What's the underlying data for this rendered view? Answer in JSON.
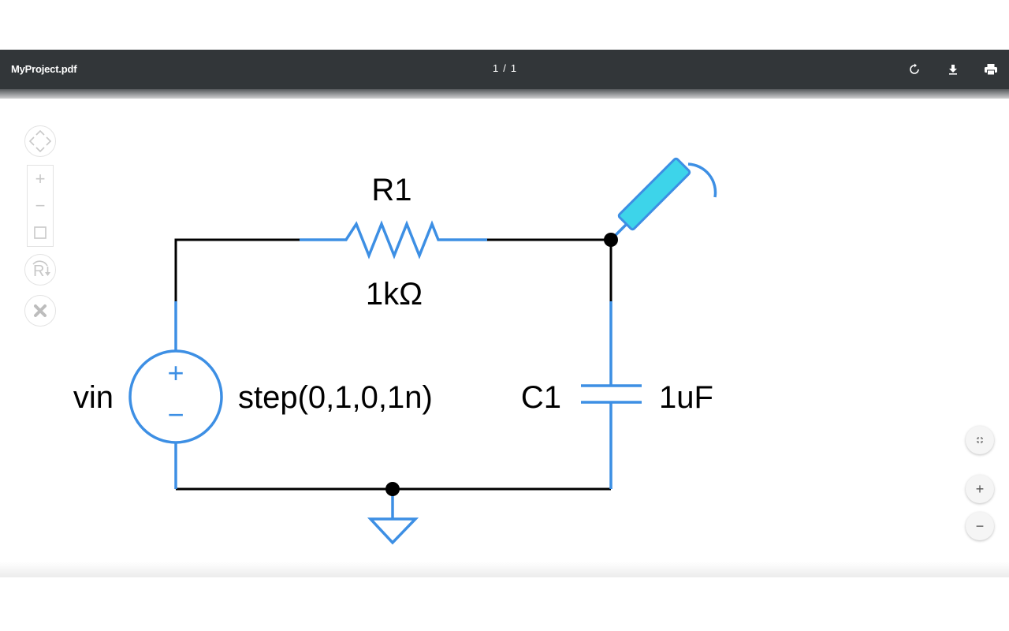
{
  "viewer": {
    "file_name": "MyProject.pdf",
    "page_current": "1",
    "page_separator": "/",
    "page_total": "1",
    "actions": [
      "rotate-icon",
      "download-icon",
      "print-icon"
    ]
  },
  "circuit": {
    "resistor": {
      "ref": "R1",
      "value": "1kΩ"
    },
    "source": {
      "ref": "vin",
      "value": "step(0,1,0,1n)",
      "plus": "+",
      "minus": "−"
    },
    "capacitor": {
      "ref": "C1",
      "value": "1uF"
    },
    "colors": {
      "wire": "#000000",
      "component": "#3d8fe4",
      "probe": "#3dd4ea"
    }
  },
  "tools": {
    "zoom_in": "+",
    "zoom_out": "−"
  },
  "right_controls": {
    "zoom_in": "+",
    "zoom_out": "−"
  }
}
